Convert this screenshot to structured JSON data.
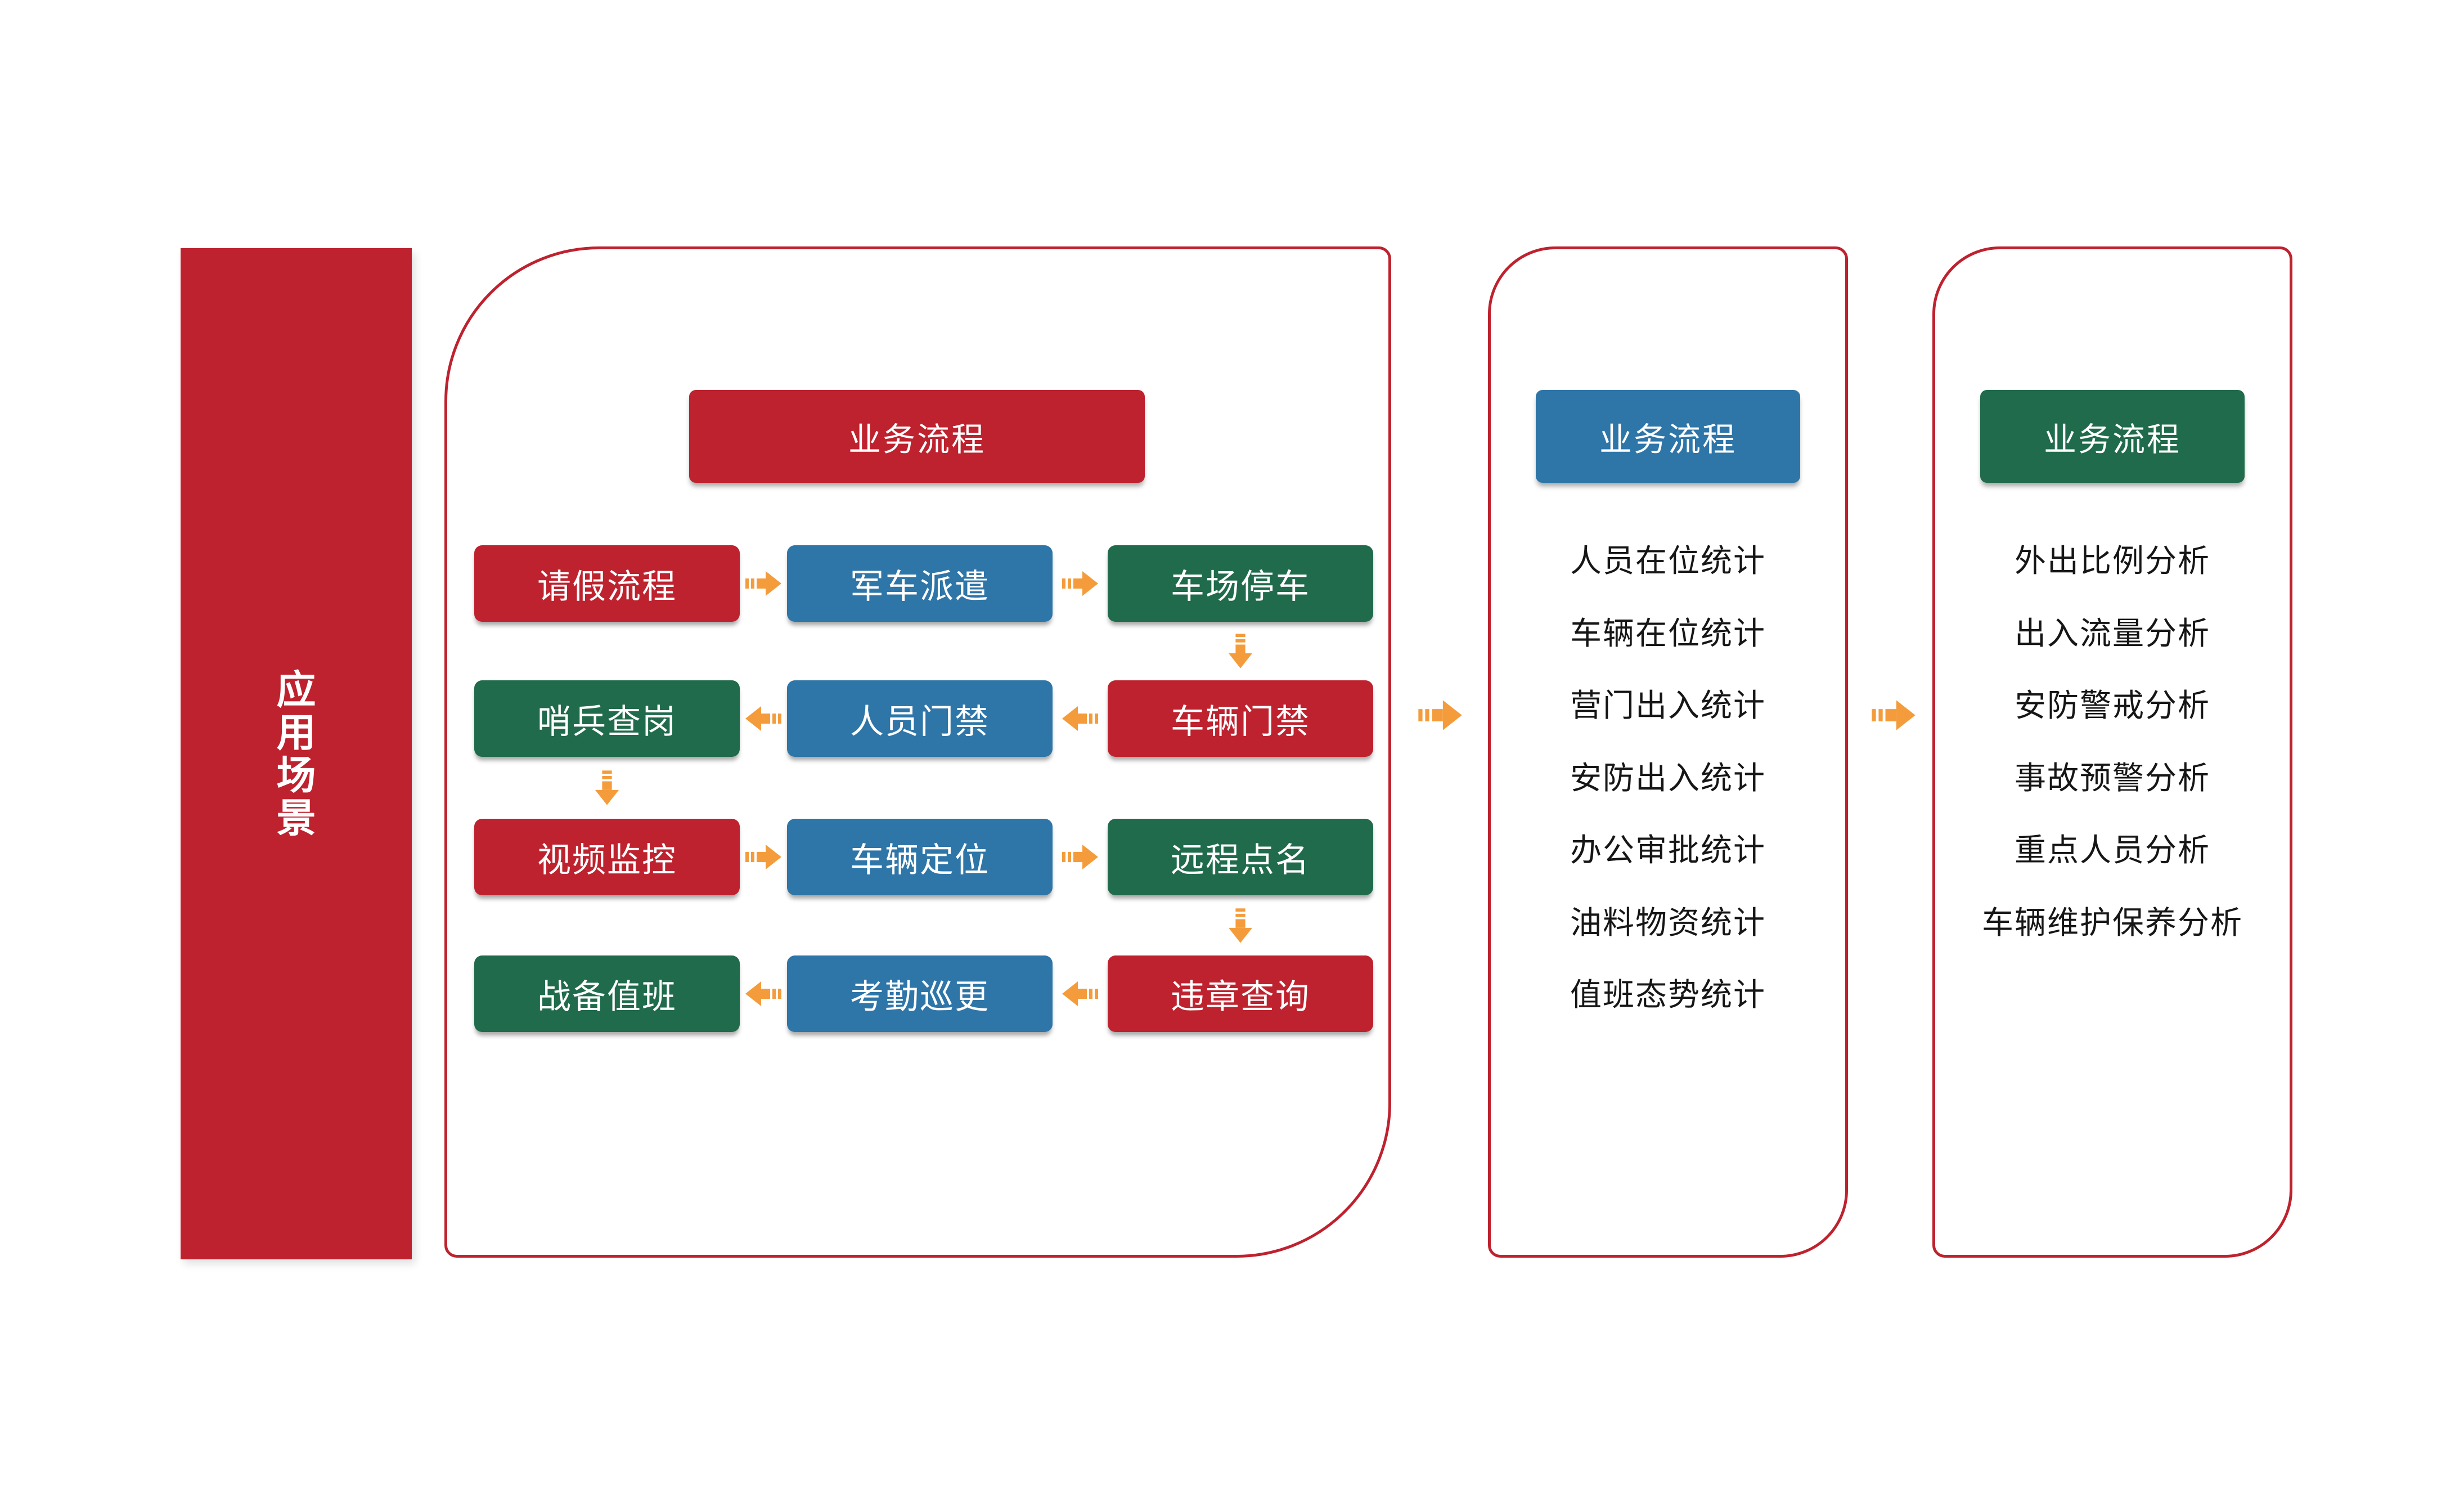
{
  "colors": {
    "red": "#BE222E",
    "blue": "#2E75A8",
    "green": "#1F6B4B",
    "orange": "#F49C3B",
    "text": "#161616",
    "background": "#FFFFFF"
  },
  "left_bar": {
    "label": "应用场景"
  },
  "process_panel": {
    "header": "业务流程",
    "rows": [
      {
        "arrow_dir": "right",
        "cells": [
          {
            "label": "请假流程",
            "color": "red"
          },
          {
            "label": "军车派遣",
            "color": "blue"
          },
          {
            "label": "车场停车",
            "color": "green"
          }
        ]
      },
      {
        "arrow_dir": "left",
        "cells": [
          {
            "label": "哨兵查岗",
            "color": "green"
          },
          {
            "label": "人员门禁",
            "color": "blue"
          },
          {
            "label": "车辆门禁",
            "color": "red"
          }
        ]
      },
      {
        "arrow_dir": "right",
        "cells": [
          {
            "label": "视频监控",
            "color": "red"
          },
          {
            "label": "车辆定位",
            "color": "blue"
          },
          {
            "label": "远程点名",
            "color": "green"
          }
        ]
      },
      {
        "arrow_dir": "left",
        "cells": [
          {
            "label": "战备值班",
            "color": "green"
          },
          {
            "label": "考勤巡更",
            "color": "blue"
          },
          {
            "label": "违章查询",
            "color": "red"
          }
        ]
      }
    ],
    "down_arrows": [
      {
        "after_row": 0,
        "col": 2
      },
      {
        "after_row": 1,
        "col": 0
      },
      {
        "after_row": 2,
        "col": 2
      }
    ]
  },
  "stats_panel": {
    "header": "业务流程",
    "items": [
      "人员在位统计",
      "车辆在位统计",
      "营门出入统计",
      "安防出入统计",
      "办公审批统计",
      "油料物资统计",
      "值班态势统计"
    ]
  },
  "analysis_panel": {
    "header": "业务流程",
    "items": [
      "外出比例分析",
      "出入流量分析",
      "安防警戒分析",
      "事故预警分析",
      "重点人员分析",
      "车辆维护保养分析"
    ]
  }
}
